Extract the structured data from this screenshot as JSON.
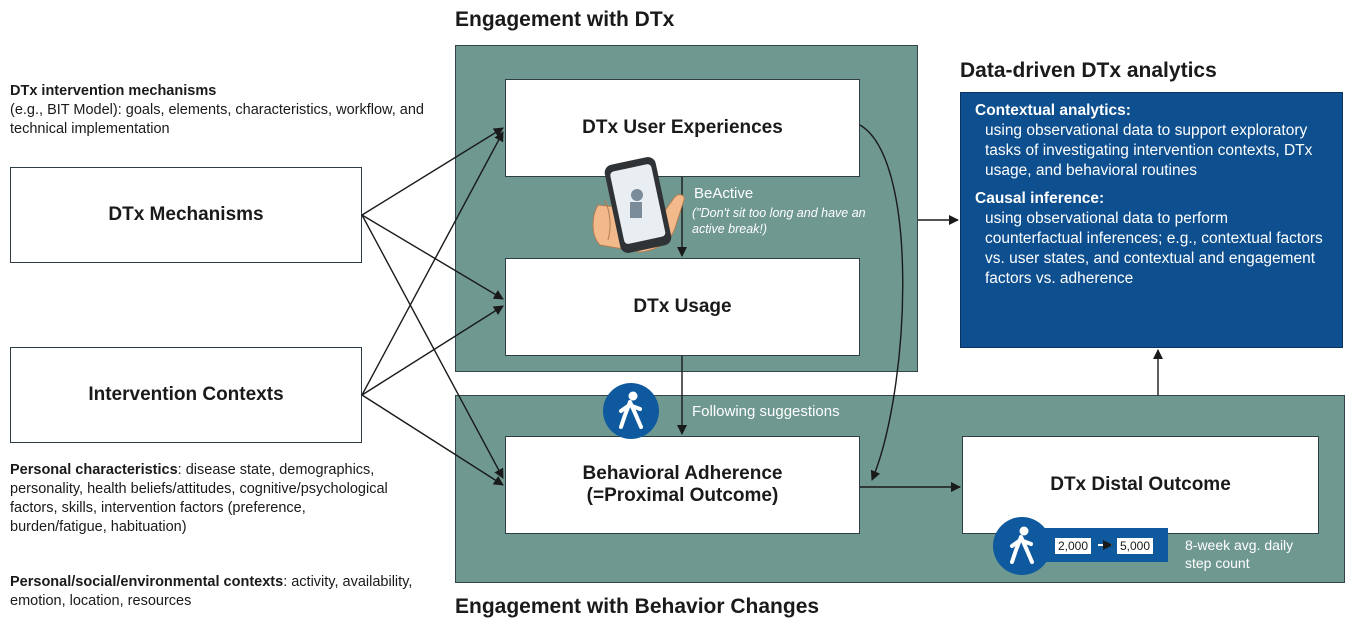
{
  "headings": {
    "engagement_dtx": "Engagement with DTx",
    "engagement_behavior": "Engagement with Behavior Changes",
    "analytics": "Data-driven DTx analytics"
  },
  "left": {
    "mechanisms_note_title": "DTx intervention mechanisms",
    "mechanisms_note_body": "(e.g., BIT Model): goals, elements, characteristics, workflow, and technical implementation",
    "mechanisms_box": "DTx Mechanisms",
    "contexts_box": "Intervention Contexts",
    "personal_title": "Personal characteristics",
    "personal_body": ": disease state, demographics, personality, health beliefs/attitudes, cognitive/psychological factors, skills, intervention factors (preference, burden/fatigue, habituation)",
    "contexts_title": "Personal/social/environmental contexts",
    "contexts_body": ": activity, availability, emotion, location, resources"
  },
  "center": {
    "user_experiences": "DTx User Experiences",
    "usage": "DTx Usage",
    "beactive": "BeActive",
    "beactive_quote": "(\"Don't sit too long and have an active break!)",
    "following": "Following suggestions",
    "adherence_line1": "Behavioral Adherence",
    "adherence_line2": "(=Proximal Outcome)",
    "distal": "DTx Distal Outcome",
    "step_from": "2,000",
    "step_to": "5,000",
    "step_label": "8-week avg. daily step count"
  },
  "analytics": {
    "contextual_title": "Contextual analytics:",
    "contextual_body": "using observational data to support exploratory tasks of investigating intervention contexts, DTx usage, and behavioral routines",
    "causal_title": "Causal inference:",
    "causal_body": "using observational data to perform counterfactual inferences; e.g., contextual factors vs. user states, and contextual and engagement factors vs. adherence"
  },
  "colors": {
    "panel": "#6f9891",
    "analytics_blue": "#0d4f8f",
    "walker_blue": "#0f5a9e"
  }
}
